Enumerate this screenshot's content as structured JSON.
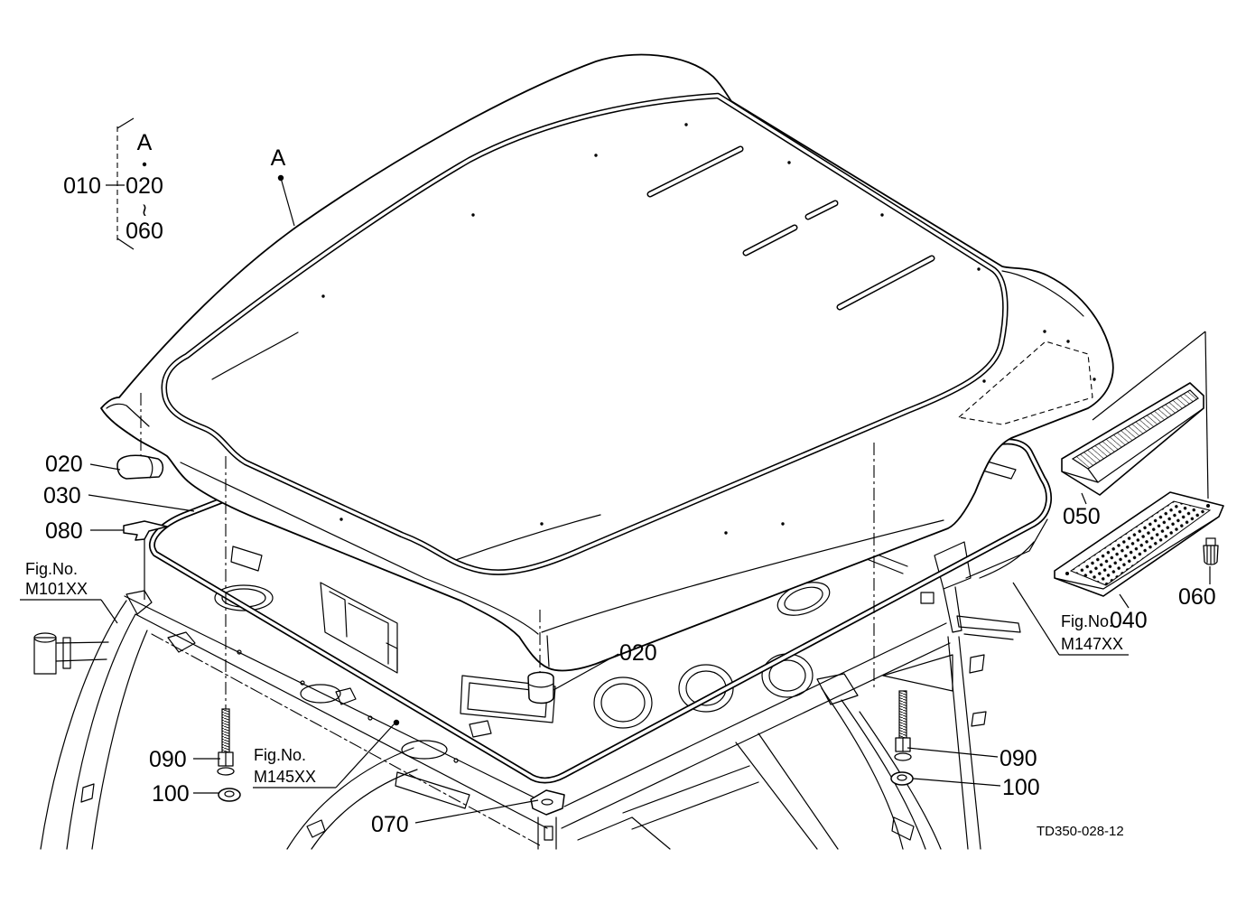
{
  "assembly_bracket": {
    "assembly_no": "010",
    "ref_letter": "A",
    "from_part": "020",
    "range_symbol": "≀",
    "to_part": "060"
  },
  "callouts": {
    "roof_ref": "A",
    "left_cap": "020",
    "seal_frame": "030",
    "left_bracket": "080",
    "left_bolt": "090",
    "left_washer": "100",
    "front_bracket": "070",
    "center_cap": "020",
    "filter": "050",
    "filter_cover": "040",
    "cover_knob": "060",
    "right_bolt": "090",
    "right_washer": "100"
  },
  "fig_refs": [
    {
      "prefix": "Fig.No.",
      "code": "M101XX"
    },
    {
      "prefix": "Fig.No.",
      "code": "M145XX"
    },
    {
      "prefix": "Fig.No.",
      "code": "M147XX"
    }
  ],
  "drawing_code": "TD350-028-12"
}
